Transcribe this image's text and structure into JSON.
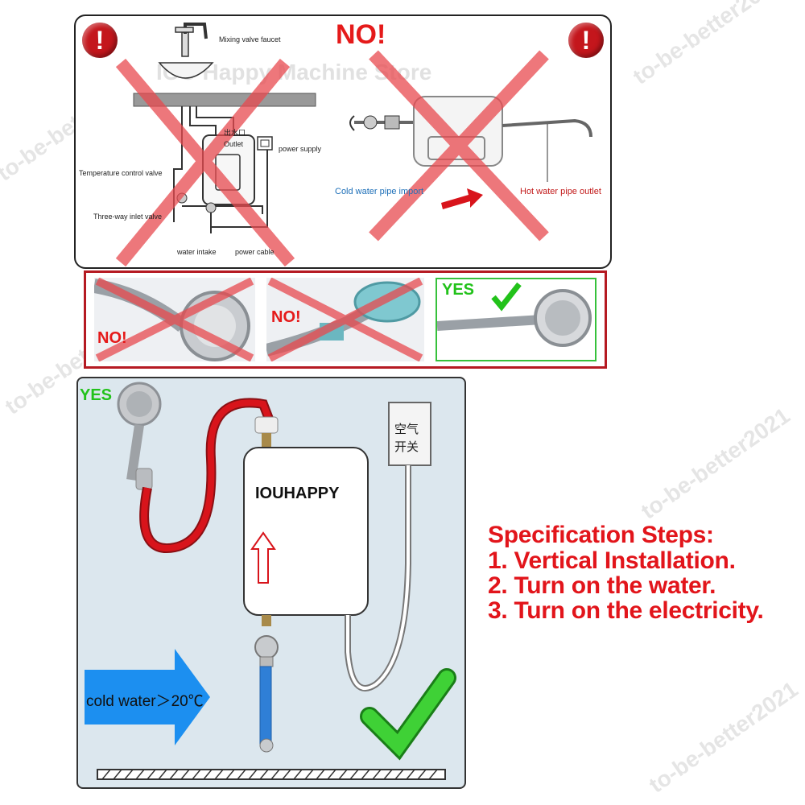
{
  "top_panel": {
    "no_heading": "NO!",
    "warning_symbol": "!",
    "labels": {
      "mixing_valve": "Mixing valve faucet",
      "chinese_tag": "出水口",
      "outlet": "Outlet",
      "power_supply": "power supply",
      "temp_control": "Temperature control valve",
      "three_way": "Three-way inlet valve",
      "water_intake": "water intake",
      "power_cable": "power cable",
      "cold_pipe": "Cold water pipe import",
      "hot_pipe": "Hot water pipe outlet"
    },
    "store_watermark": "IOU Happy Machine Store"
  },
  "middle_panel": {
    "cell1_label": "NO!",
    "cell2_label": "NO!",
    "cell3_label": "YES"
  },
  "bottom_panel": {
    "yes_label": "YES",
    "brand": "IOUHAPPY",
    "switch_label_line1": "空气",
    "switch_label_line2": "开关",
    "cold_water_label": "cold water＞20℃"
  },
  "spec": {
    "title": "Specification Steps:",
    "step1": "1. Vertical Installation.",
    "step2": "2. Turn on the water.",
    "step3": "3. Turn on the electricity."
  },
  "watermark": "to-be-better2021",
  "colors": {
    "warning_red": "#c4161c",
    "cross_red": "#e84a4f",
    "text_red": "#e2151b",
    "check_green": "#22c21a",
    "hot_hose": "#d8141b",
    "cold_pipe": "#2f7fd6",
    "arrow_blue": "#1c8ff0",
    "panel_bg": "#dce7ee"
  }
}
